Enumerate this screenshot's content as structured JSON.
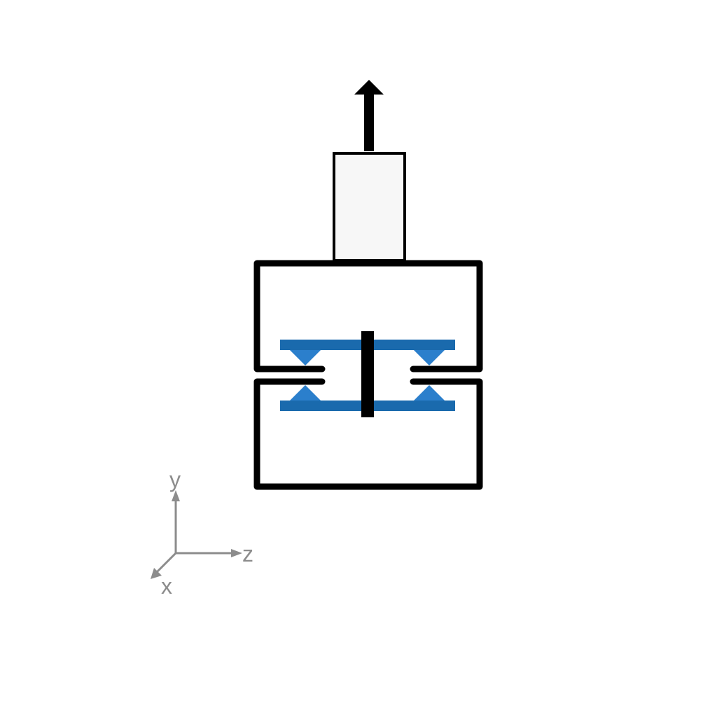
{
  "axes": {
    "y_label": "y",
    "z_label": "z",
    "x_label": "x"
  },
  "colors": {
    "frame": "#000000",
    "block_fill": "#f7f7f7",
    "spring_plate": "#1a6aad",
    "spring_hinge": "#2b7fcc",
    "axis": "#8c8c8c",
    "background": "#ffffff"
  },
  "icons": {
    "pull_arrow": "arrow-up-icon",
    "coordinate_axes": "xyz-axes-icon"
  }
}
